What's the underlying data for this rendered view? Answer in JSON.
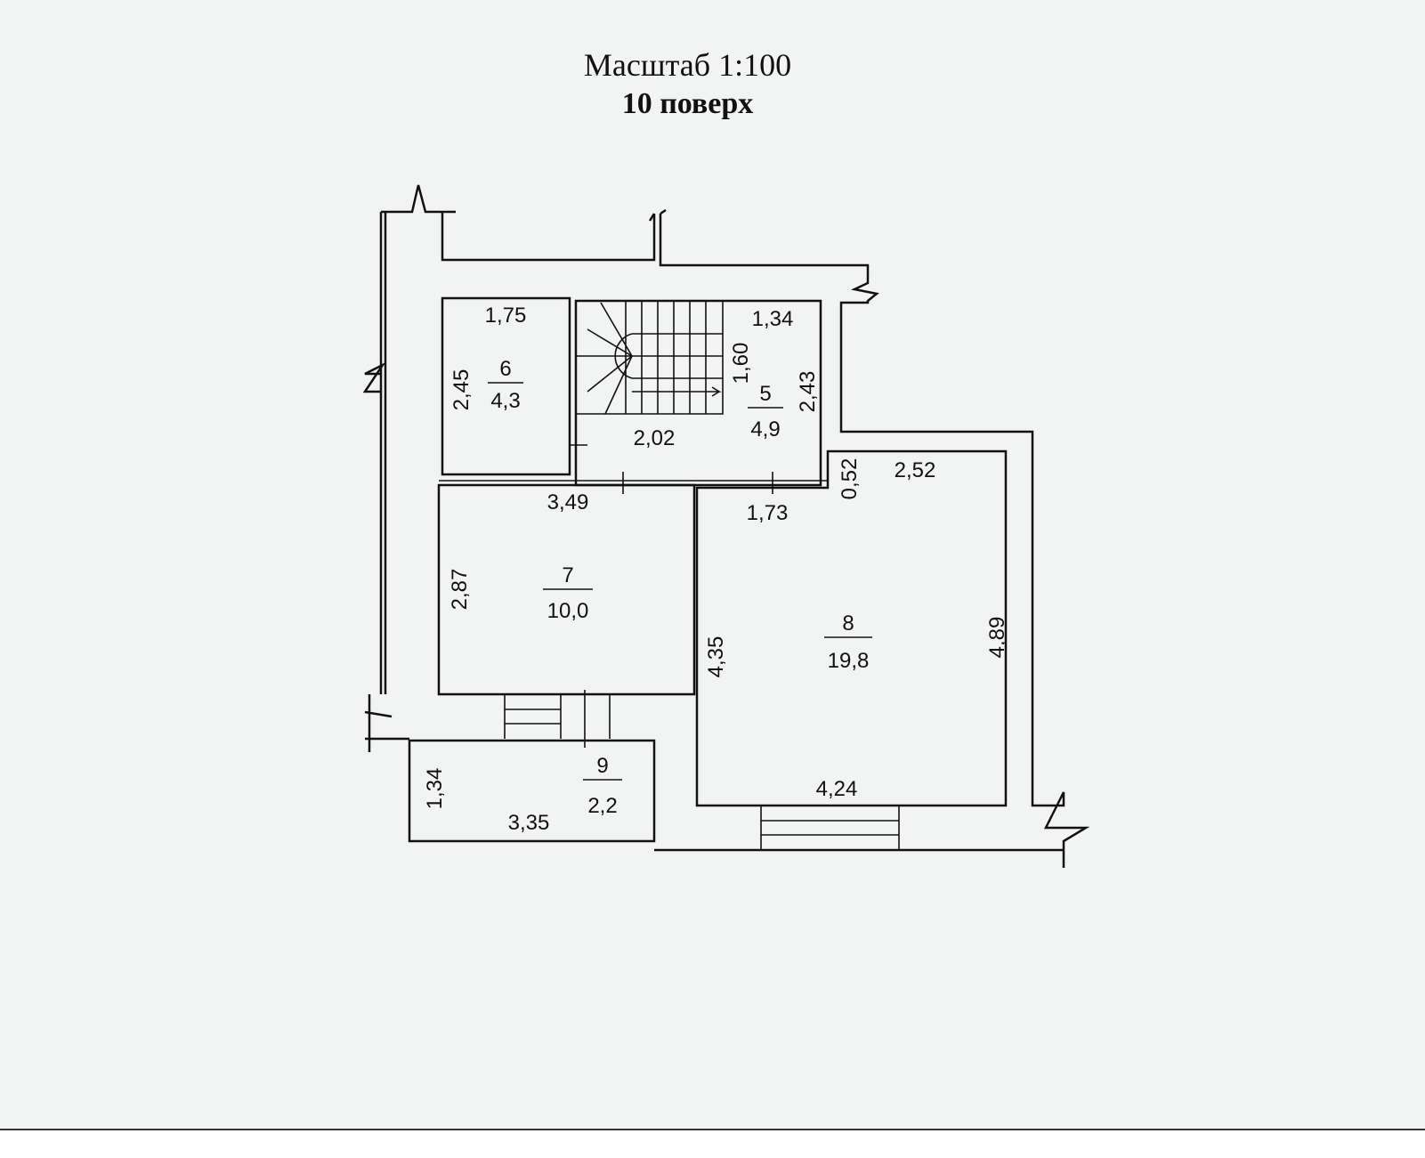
{
  "header": {
    "scale": "Масштаб 1:100",
    "floor": "10 поверх"
  },
  "rooms": [
    {
      "number": "5",
      "area": "4,9"
    },
    {
      "number": "6",
      "area": "4,3"
    },
    {
      "number": "7",
      "area": "10,0"
    },
    {
      "number": "8",
      "area": "19,8"
    },
    {
      "number": "9",
      "area": "2,2"
    }
  ],
  "dimensions": {
    "r6_width": "1,75",
    "r6_height": "2,45",
    "r5_width_top": "1,34",
    "r5_stair": "1,60",
    "r5_height": "2,43",
    "r5_width_bottom": "2,02",
    "r7_width": "3,49",
    "r7_height": "2,87",
    "r8_door": "1,73",
    "r8_niche": "0,52",
    "r8_width_top": "2,52",
    "r8_left": "4,35",
    "r8_right": "4,89",
    "r8_width_bottom": "4,24",
    "r9_height": "1,34",
    "r9_width": "3,35"
  }
}
